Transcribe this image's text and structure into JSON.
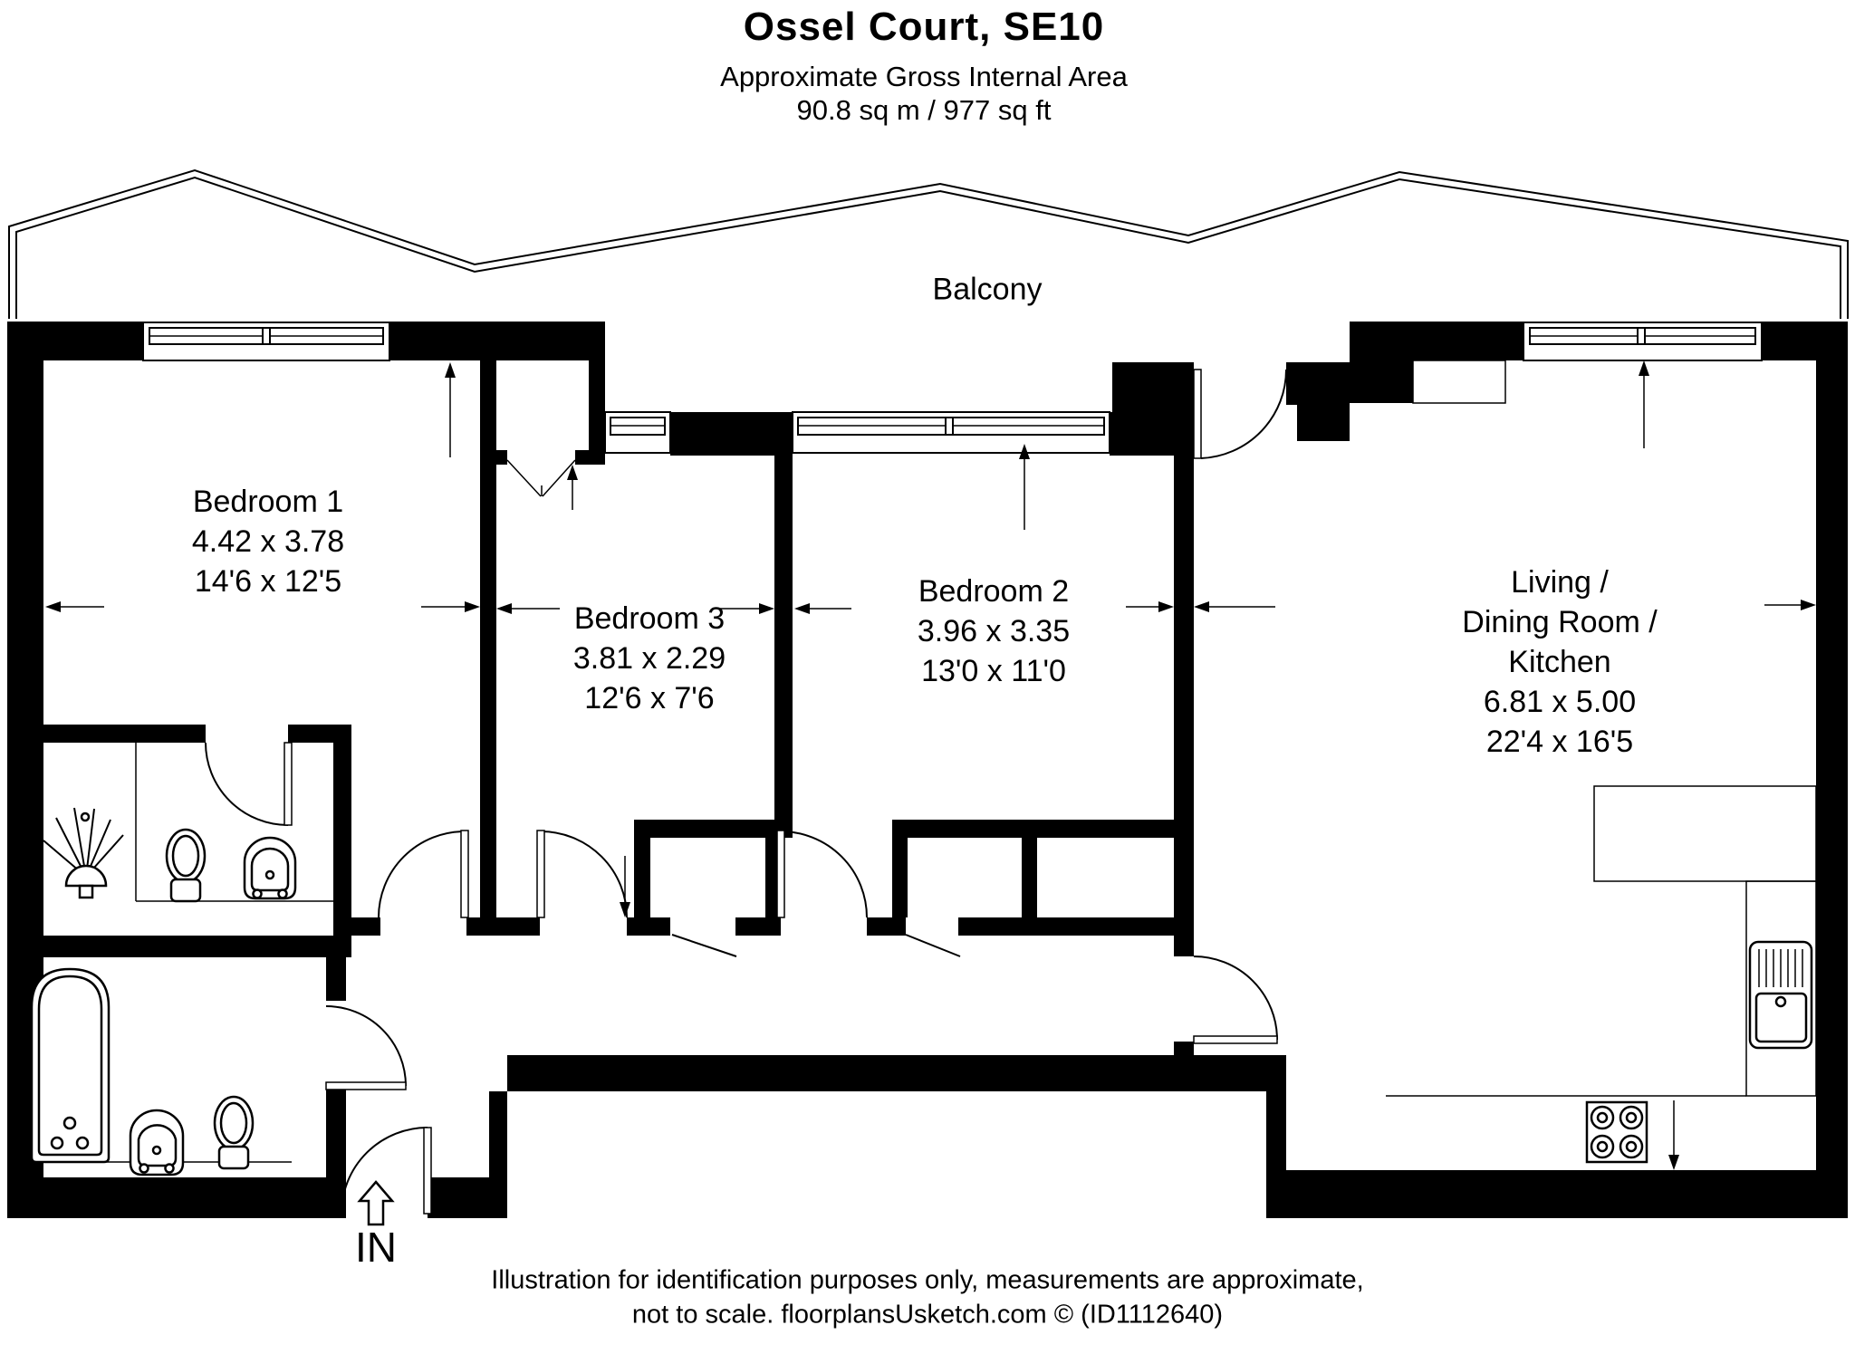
{
  "title": "Ossel Court, SE10",
  "subtitle": "Approximate Gross Internal Area",
  "area": "90.8 sq m / 977 sq ft",
  "balcony_label": "Balcony",
  "entrance_label": "IN",
  "rooms": {
    "bedroom1": {
      "name": "Bedroom 1",
      "metric": "4.42 x 3.78",
      "imperial": "14'6 x 12'5"
    },
    "bedroom3": {
      "name": "Bedroom 3",
      "metric": "3.81 x 2.29",
      "imperial": "12'6 x 7'6"
    },
    "bedroom2": {
      "name": "Bedroom 2",
      "metric": "3.96 x 3.35",
      "imperial": "13'0 x 11'0"
    },
    "living": {
      "name_line1": "Living /",
      "name_line2": "Dining Room /",
      "name_line3": "Kitchen",
      "metric": "6.81 x 5.00",
      "imperial": "22'4 x 16'5"
    }
  },
  "footer": {
    "line1": "Illustration for identification purposes only, measurements are approximate,",
    "line2": "not to scale. floorplansUsketch.com © (ID1112640)"
  }
}
